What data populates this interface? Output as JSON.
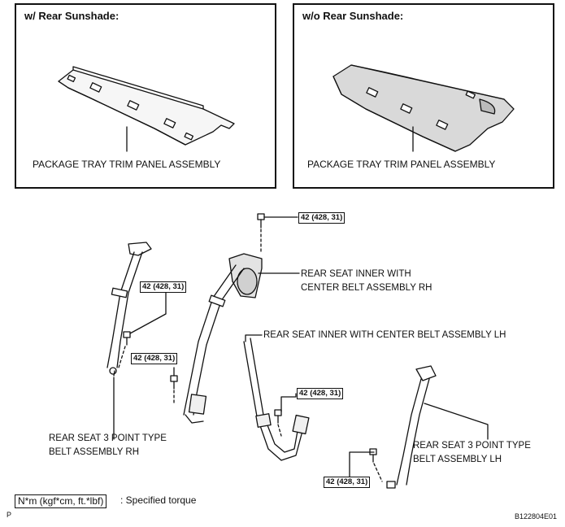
{
  "panels": {
    "left": {
      "title": "w/ Rear Sunshade:",
      "caption": "PACKAGE TRAY TRIM PANEL ASSEMBLY"
    },
    "right": {
      "title": "w/o Rear Sunshade:",
      "caption": "PACKAGE TRAY TRIM PANEL ASSEMBLY"
    }
  },
  "torque_value": "42 (428, 31)",
  "labels": {
    "inner_rh_line1": "REAR SEAT INNER WITH",
    "inner_rh_line2": "CENTER BELT ASSEMBLY RH",
    "inner_lh": "REAR SEAT INNER WITH CENTER BELT ASSEMBLY LH",
    "rh3_line1": "REAR SEAT 3 POINT TYPE",
    "rh3_line2": "BELT ASSEMBLY RH",
    "lh3_line1": "REAR SEAT 3 POINT TYPE",
    "lh3_line2": "BELT ASSEMBLY LH"
  },
  "legend": {
    "unit": "N*m (kgf*cm, ft.*lbf)",
    "text": ": Specified torque"
  },
  "corner_left": "P",
  "corner_right": "B122804E01"
}
